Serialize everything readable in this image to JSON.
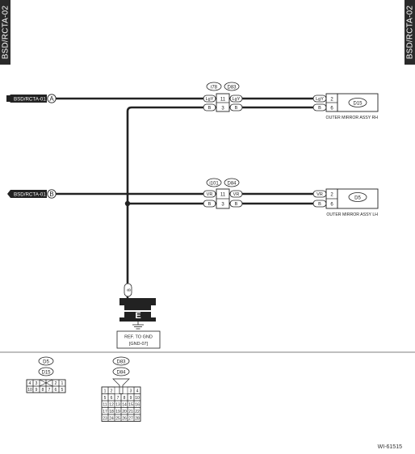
{
  "section_tab": "BSD/RCTA-02",
  "figure_code": "WI-61515",
  "circuit_refs": [
    {
      "label": "BSD/RCTA-01",
      "id": "A"
    },
    {
      "label": "BSD/RCTA-01",
      "id": "B"
    }
  ],
  "joints_rh": {
    "c1": "i78",
    "c2": "D83"
  },
  "joints_lh": {
    "c1": "i101",
    "c2": "D84"
  },
  "wire_lgy": "LgY",
  "wire_b": "B",
  "wire_vr": "VR",
  "pins": {
    "p11": "11",
    "p3": "3",
    "p2": "2",
    "p6": "6"
  },
  "mirror_rh": {
    "connector": "D15",
    "name": "OUTER MIRROR ASSY RH"
  },
  "mirror_lh": {
    "connector": "D5",
    "name": "OUTER MIRROR ASSY LH"
  },
  "ground": {
    "letter": "E",
    "wire": "B",
    "ref1": "REF. TO GND",
    "ref2": "[GND-07]"
  },
  "legend_a": {
    "c1": "D5",
    "c2": "D15",
    "row1": [
      "4",
      "3",
      "",
      "",
      "2",
      "1"
    ],
    "row2": [
      "10",
      "9",
      "8",
      "7",
      "6",
      "5"
    ]
  },
  "legend_b": {
    "c1": "D83",
    "c2": "D84",
    "rows": [
      [
        "1",
        "2",
        "",
        "",
        "3",
        "4"
      ],
      [
        "5",
        "6",
        "7",
        "8",
        "9",
        "10"
      ],
      [
        "11",
        "12",
        "13",
        "14",
        "15",
        "16"
      ],
      [
        "17",
        "18",
        "19",
        "20",
        "21",
        "22"
      ],
      [
        "23",
        "24",
        "25",
        "26",
        "27",
        "28"
      ]
    ]
  }
}
